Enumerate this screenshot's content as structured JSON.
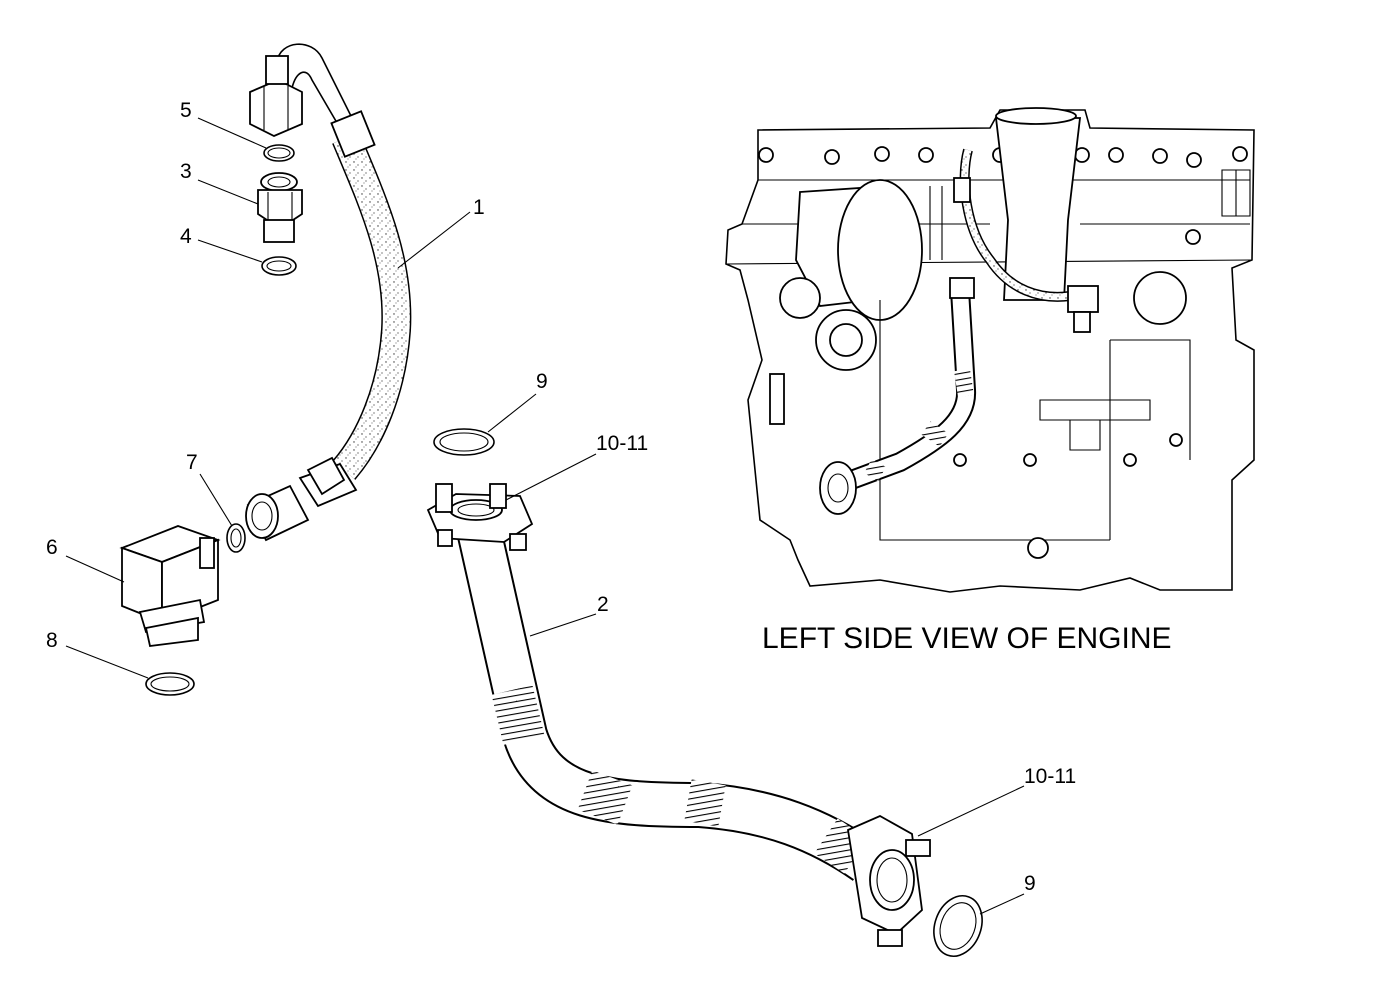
{
  "callouts": {
    "c1": "1",
    "c2": "2",
    "c3": "3",
    "c4": "4",
    "c5": "5",
    "c6": "6",
    "c7": "7",
    "c8": "8",
    "c9_top": "9",
    "c9_bottom": "9",
    "c1011_top": "10-11",
    "c1011_bottom": "10-11"
  },
  "caption": "LEFT SIDE VIEW OF ENGINE"
}
